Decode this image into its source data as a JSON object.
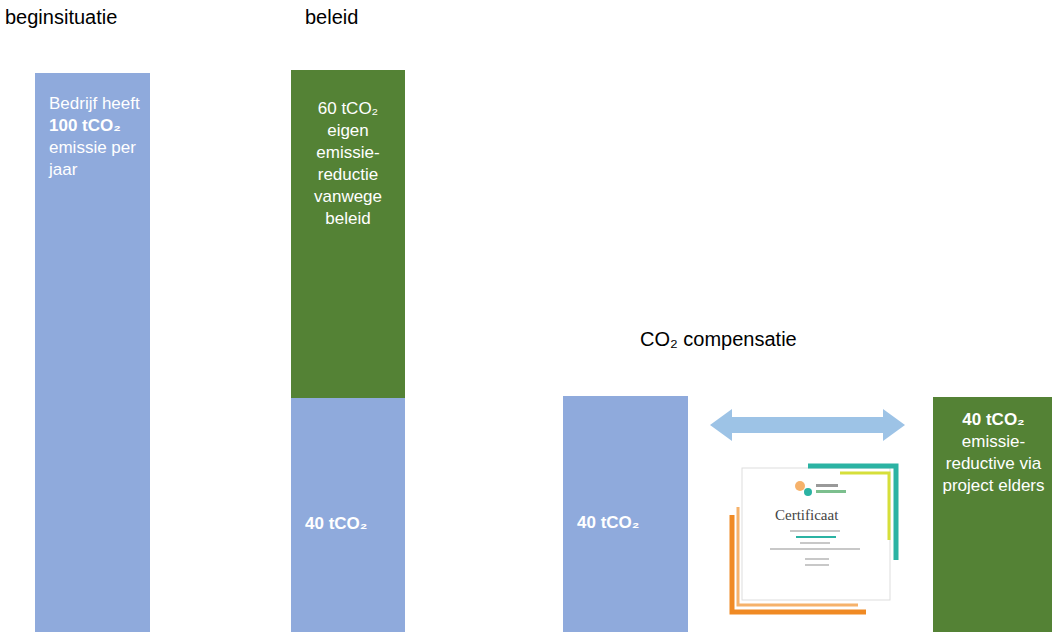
{
  "diagram": {
    "nodes": [
      {
        "text": [
          "Bedrijf heeft",
          "100 tCO₂",
          "emissie per jaar"
        ]
      },
      {
        "text": [
          "60 tCO₂ eigen emissie-reductie vanwege beleid"
        ]
      },
      {
        "text": [
          "40 tCO₂"
        ]
      },
      {
        "text": [
          "40 tCO₂"
        ]
      },
      {
        "text": [
          "40 tCO₂",
          "emissie-reductive via project elders"
        ]
      }
    ],
    "edges": [
      {
        "from": 3,
        "to": 4,
        "arrow": "both"
      }
    ],
    "labels": [
      "beginsituatie",
      "beleid",
      "CO₂ compensatie",
      "Certificaat"
    ]
  }
}
